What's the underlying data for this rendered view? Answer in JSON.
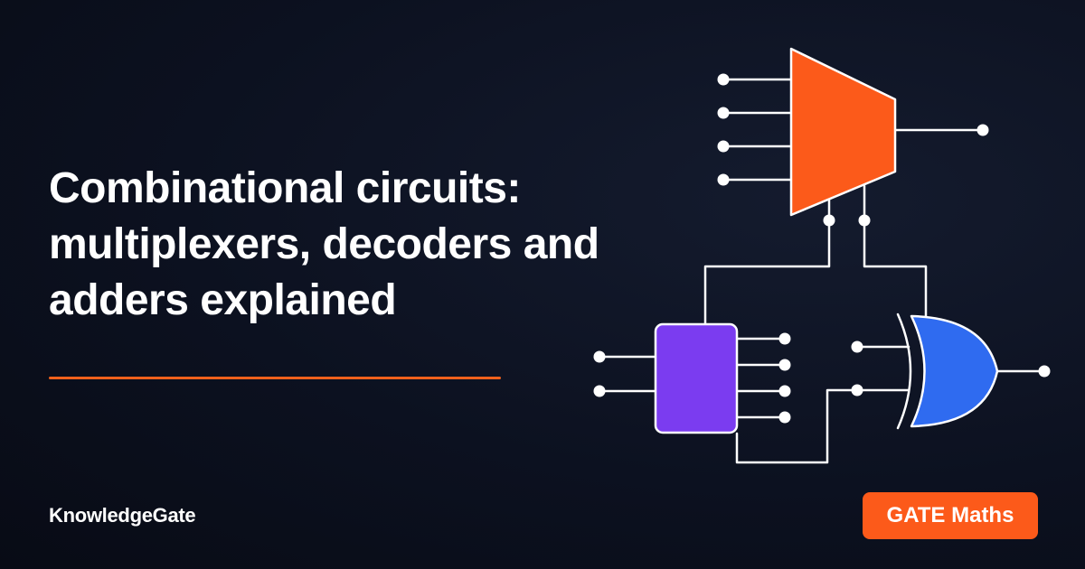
{
  "title": {
    "lines": [
      "Combinational circuits:",
      "multiplexers, decoders and",
      "adders explained"
    ]
  },
  "brand": {
    "name": "KnowledgeGate"
  },
  "badge": {
    "label": "GATE Maths"
  },
  "illustration": {
    "multiplexer": {
      "color": "#fc5a1a"
    },
    "decoder": {
      "color": "#7b3cf0"
    },
    "xor_gate": {
      "color": "#2f6bf0"
    },
    "wire_color": "#ffffff"
  },
  "colors": {
    "background": "#0c1120",
    "accent": "#f2611c",
    "badge": "#fc5a1a",
    "text": "#ffffff"
  }
}
